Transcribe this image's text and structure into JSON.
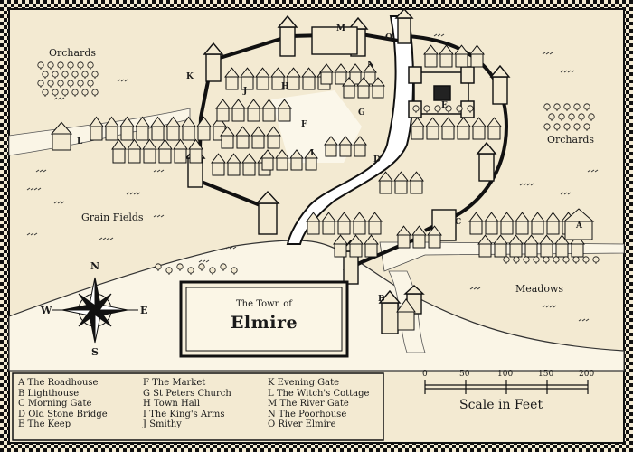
{
  "map": {
    "title_small": "The Town of",
    "title_big": "Elmire",
    "labels": {
      "orchards_west": "Orchards",
      "orchards_east": "Orchards",
      "grain_fields": "Grain Fields",
      "meadows": "Meadows"
    },
    "letters": [
      "A",
      "B",
      "C",
      "D",
      "E",
      "F",
      "G",
      "H",
      "I",
      "J",
      "K",
      "L",
      "M",
      "N",
      "O"
    ],
    "compass": {
      "n": "N",
      "s": "S",
      "e": "E",
      "w": "W"
    },
    "legend": [
      [
        "A The Roadhouse",
        "B Lighthouse",
        "C Morning Gate",
        "D Old Stone Bridge",
        "E The Keep"
      ],
      [
        "F The Market",
        "G St Peters Church",
        "H Town Hall",
        "I The King's Arms",
        "J Smithy"
      ],
      [
        "K Evening Gate",
        "L The Witch's Cottage",
        "M The River Gate",
        "N The Poorhouse",
        "O River Elmire"
      ]
    ],
    "scale": {
      "title": "Scale in Feet",
      "ticks": [
        "0",
        "50",
        "100",
        "150",
        "200"
      ]
    },
    "colors": {
      "parchment": "#f3ead2",
      "river": "#ffffff",
      "ink": "#1a1a1a",
      "border_dark": "#111111"
    }
  }
}
